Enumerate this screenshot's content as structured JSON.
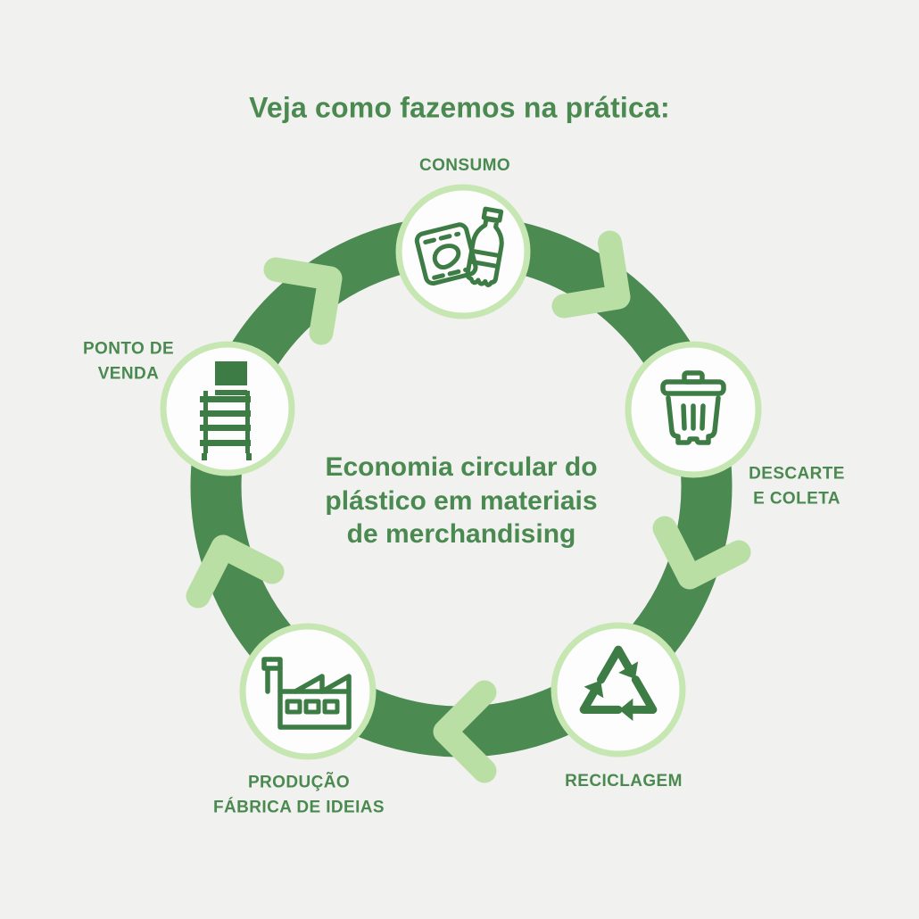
{
  "title": "Veja como fazemos na prática:",
  "center_text": "Economia circular do\nplástico em materiais\nde merchandising",
  "cycle": {
    "direction": "clockwise",
    "arrow_count": 5,
    "nodes": [
      {
        "label": "CONSUMO",
        "icon": "snack-and-bottle-icon"
      },
      {
        "label": "DESCARTE\nE COLETA",
        "icon": "trash-bin-icon"
      },
      {
        "label": "RECICLAGEM",
        "icon": "recycling-arrows-icon"
      },
      {
        "label": "PRODUÇÃO\nFÁBRICA DE IDEIAS",
        "icon": "factory-icon"
      },
      {
        "label": "PONTO DE\nVENDA",
        "icon": "display-stand-icon"
      }
    ]
  },
  "colors": {
    "background": "#f1f1ef",
    "ring_green": "#4b8a51",
    "arrow_light_green": "#b9dfa4",
    "node_border_green": "#c6e6b2",
    "node_fill": "#fdfdfd",
    "icon_green": "#3d7c45",
    "text_green": "#4a8a50"
  }
}
